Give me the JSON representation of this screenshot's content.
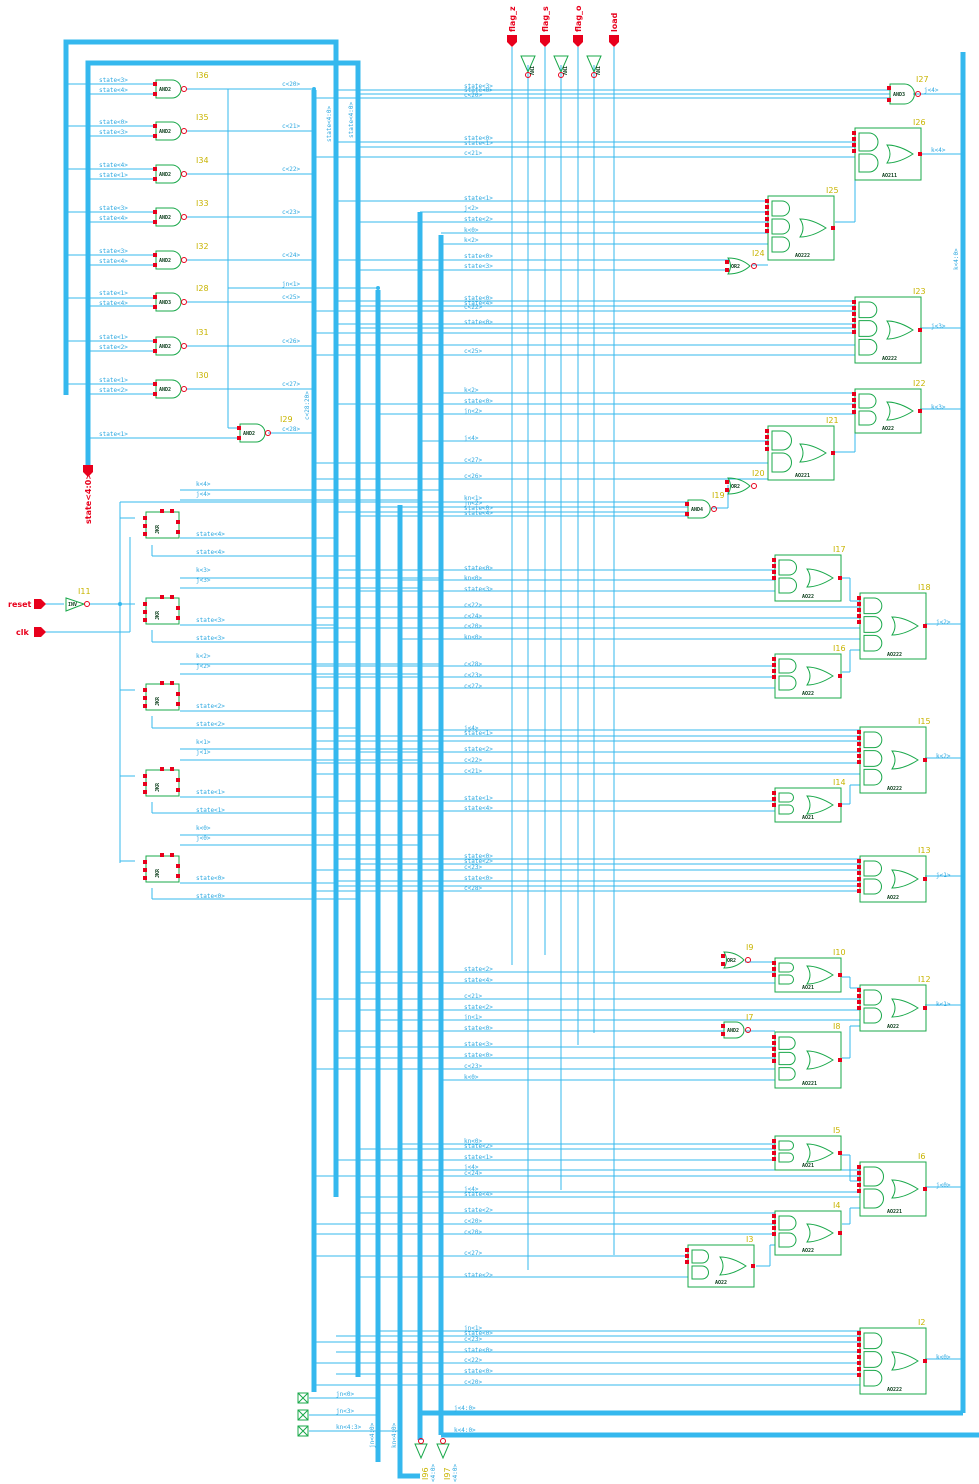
{
  "colors": {
    "background": "#ffffff",
    "wire": "#35b8ee",
    "bus": "#35b8ee",
    "gate": "#19a84a",
    "pin": "#e8001c",
    "port": "#e8001c",
    "instance": "#c8b400",
    "netlabel": "#2da8e0"
  },
  "ports": {
    "top": [
      "flag_z",
      "flag_s",
      "flag_o",
      "load"
    ],
    "left": [
      "reset",
      "clk"
    ],
    "state_bus": "state<4:0>"
  },
  "top_inverters": [
    "INV",
    "INV",
    "INV"
  ],
  "and_gates": [
    {
      "inst": "I36",
      "type": "AND2",
      "in": [
        "state<3>",
        "state<4>"
      ],
      "out": "c<20>"
    },
    {
      "inst": "I35",
      "type": "AND2",
      "in": [
        "state<0>",
        "state<3>"
      ],
      "out": "c<21>"
    },
    {
      "inst": "I34",
      "type": "AND2",
      "in": [
        "state<4>",
        "state<1>"
      ],
      "out": "c<22>"
    },
    {
      "inst": "I33",
      "type": "AND2",
      "in": [
        "state<3>",
        "state<4>"
      ],
      "out": "c<23>"
    },
    {
      "inst": "I32",
      "type": "AND2",
      "in": [
        "state<3>",
        "state<4>"
      ],
      "out": "c<24>"
    },
    {
      "inst": "I28",
      "type": "AND3",
      "in": [
        "state<1>",
        "state<4>"
      ],
      "out": "c<25>"
    },
    {
      "inst": "I31",
      "type": "AND2",
      "in": [
        "state<1>",
        "state<2>"
      ],
      "out": "c<26>"
    },
    {
      "inst": "I30",
      "type": "AND2",
      "in": [
        "state<1>",
        "state<2>"
      ],
      "out": "c<27>"
    },
    {
      "inst": "I29",
      "type": "AND2",
      "in": [
        "state<1>"
      ],
      "out": "c<28>"
    }
  ],
  "extra_and_labels": {
    "jn1": "jn<1>",
    "cbus": "c<28:20>"
  },
  "flipflops": [
    {
      "type": "JKR",
      "k": "k<4>",
      "j": "j<4>",
      "q": "state<4>",
      "qb": "state<4>"
    },
    {
      "type": "JKR",
      "k": "k<3>",
      "j": "j<3>",
      "q": "state<3>",
      "qb": "state<3>"
    },
    {
      "type": "JKR",
      "k": "k<2>",
      "j": "j<2>",
      "q": "state<2>",
      "qb": "state<2>"
    },
    {
      "type": "JKR",
      "k": "k<1>",
      "j": "j<1>",
      "q": "state<1>",
      "qb": "state<1>"
    },
    {
      "type": "JKR",
      "k": "k<0>",
      "j": "j<0>",
      "q": "state<0>",
      "qb": "state<0>"
    }
  ],
  "reset_inverter": {
    "inst": "I11",
    "type": "INV"
  },
  "vertical_bus_labels": [
    "state<4:0>",
    "state<4:0>",
    "k<4:0>"
  ],
  "logic_gates": [
    {
      "inst": "I27",
      "type": "AND3",
      "in": [
        "state<3>",
        "state<0>",
        "c<20>"
      ],
      "out": "j<4>"
    },
    {
      "inst": "I26",
      "type": "AO211",
      "in": [
        "state<0>",
        "state<1>",
        "c<21>"
      ],
      "out": "k<4>"
    },
    {
      "inst": "I25",
      "type": "AO222",
      "in": [
        "state<1>",
        "j<2>",
        "state<2>",
        "k<0>",
        "k<2>"
      ],
      "out": ""
    },
    {
      "inst": "I24",
      "type": "OR2",
      "in": [
        "state<0>",
        "state<3>"
      ],
      "out": ""
    },
    {
      "inst": "I23",
      "type": "AO222",
      "in": [
        "state<0>",
        "state<4>",
        "c<22>",
        "state<0>",
        "c<25>"
      ],
      "out": "j<3>"
    },
    {
      "inst": "I22",
      "type": "AO22",
      "in": [
        "k<2>",
        "state<0>",
        "jn<2>"
      ],
      "out": "k<3>"
    },
    {
      "inst": "I21",
      "type": "AO221",
      "in": [
        "j<4>",
        "c<27>",
        "c<26>"
      ],
      "out": ""
    },
    {
      "inst": "I20",
      "type": "OR2",
      "in": [],
      "out": ""
    },
    {
      "inst": "I19",
      "type": "AND4",
      "in": [
        "kn<1>",
        "jn<2>",
        "state<0>",
        "state<4>"
      ],
      "out": ""
    },
    {
      "inst": "I17",
      "type": "AO22",
      "in": [
        "state<0>",
        "kn<0>",
        "state<3>"
      ],
      "out": ""
    },
    {
      "inst": "I18",
      "type": "AO222",
      "in": [
        "c<22>",
        "c<24>",
        "c<20>",
        "kn<0>"
      ],
      "out": "j<2>"
    },
    {
      "inst": "I16",
      "type": "AO22",
      "in": [
        "c<28>",
        "c<23>",
        "c<27>"
      ],
      "out": ""
    },
    {
      "inst": "I15",
      "type": "AO222",
      "in": [
        "j<4>",
        "state<1>",
        "state<2>",
        "c<22>",
        "c<21>"
      ],
      "out": "k<2>"
    },
    {
      "inst": "I14",
      "type": "AO21",
      "in": [
        "state<1>",
        "state<4>"
      ],
      "out": ""
    },
    {
      "inst": "I13",
      "type": "AO22",
      "in": [
        "state<0>",
        "state<2>",
        "c<23>",
        "state<0>",
        "c<28>"
      ],
      "out": "j<1>"
    },
    {
      "inst": "I9",
      "type": "OR2",
      "in": [],
      "out": ""
    },
    {
      "inst": "I10",
      "type": "AO21",
      "in": [
        "state<2>",
        "state<4>"
      ],
      "out": ""
    },
    {
      "inst": "I12",
      "type": "AO22",
      "in": [
        "c<21>",
        "state<2>",
        "jn<1>"
      ],
      "out": "k<1>"
    },
    {
      "inst": "I7",
      "type": "AND2",
      "in": [
        "state<0>"
      ],
      "out": ""
    },
    {
      "inst": "I8",
      "type": "AO221",
      "in": [
        "state<3>",
        "state<0>",
        "c<23>",
        "k<0>"
      ],
      "out": ""
    },
    {
      "inst": "I5",
      "type": "AO21",
      "in": [
        "kn<0>",
        "state<2>",
        "state<1>"
      ],
      "out": ""
    },
    {
      "inst": "I6",
      "type": "AO221",
      "in": [
        "j<4>",
        "c<24>",
        "j<4>",
        "state<4>"
      ],
      "out": "j<0>"
    },
    {
      "inst": "I4",
      "type": "AO22",
      "in": [
        "state<2>",
        "c<20>",
        "c<20>"
      ],
      "out": ""
    },
    {
      "inst": "I3",
      "type": "AO22",
      "in": [
        "c<27>",
        "state<2>"
      ],
      "out": ""
    },
    {
      "inst": "I2",
      "type": "AO222",
      "in": [
        "jn<1>",
        "state<0>",
        "c<23>",
        "state<0>",
        "c<22>",
        "state<0>",
        "c<20>"
      ],
      "out": "k<0>"
    }
  ],
  "bottom_pins": [
    {
      "label": "jn<0>"
    },
    {
      "label": "jn<3>"
    },
    {
      "label": "kn<4:3>"
    }
  ],
  "bottom_labels": {
    "jbus": "j<4:0>",
    "kbus": "k<4:0>",
    "jnbus": "jn<4:0>",
    "knbus": "kn<4:0>",
    "i96": "I96",
    "i97": "I97",
    "i96bus": "<4:0>",
    "i97bus": "<4:0>"
  }
}
